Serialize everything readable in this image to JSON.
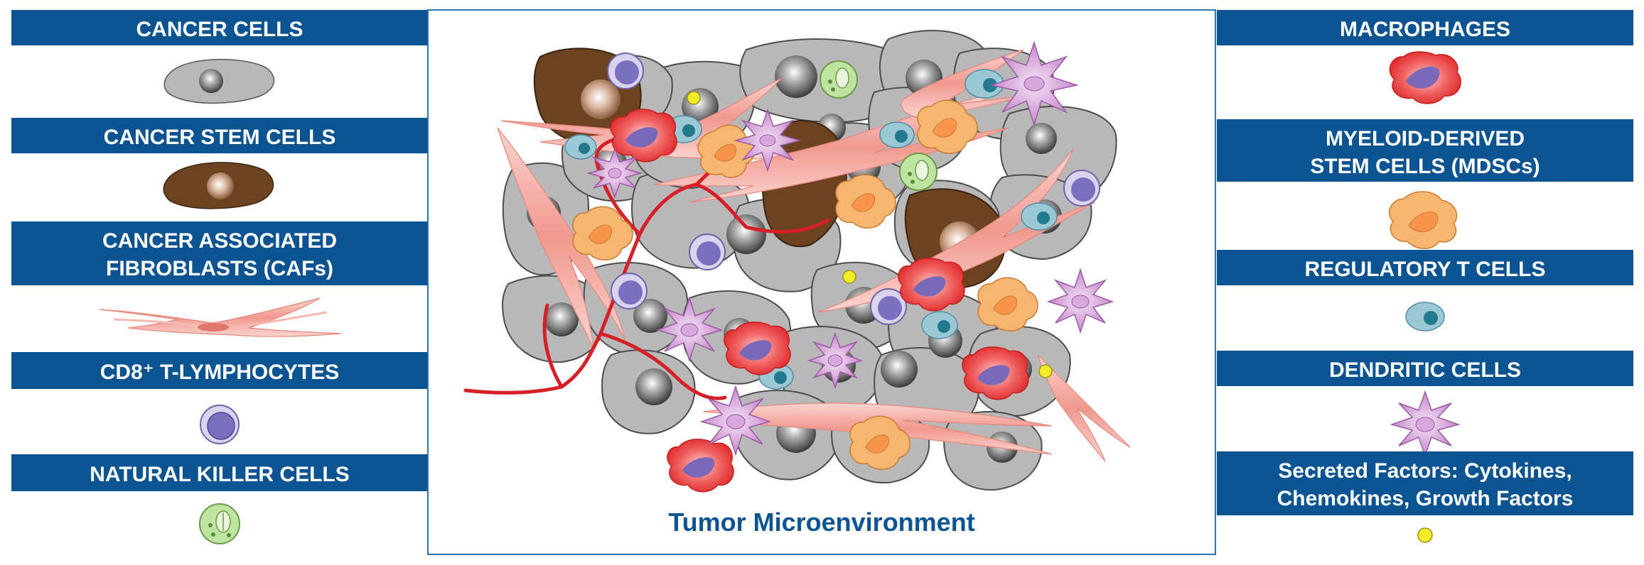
{
  "title": "Tumor Microenvironment",
  "colors": {
    "header_bg": "#0c5392",
    "header_text": "#ffffff",
    "title_text": "#0c5392",
    "frame_border": "#2f73ad",
    "cancer_cell": "#b8b8b8",
    "cancer_stem_cell": "#6b4321",
    "fibroblast": "#f2a9a2",
    "cd8_t_cell": "#9a8fcf",
    "nk_cell": "#bfe3a0",
    "macrophage": "#e93b3b",
    "mdsc": "#f6b672",
    "treg": "#9cc8d6",
    "dendritic": "#c58acb",
    "secreted_factor": "#f3ec26",
    "vessel": "#d61f26"
  },
  "legend_left": [
    {
      "label": "CANCER CELLS",
      "icon": "cancer-cell-icon"
    },
    {
      "label": "CANCER STEM CELLS",
      "icon": "cancer-stem-cell-icon"
    },
    {
      "label": "CANCER ASSOCIATED",
      "label2": "FIBROBLASTS (CAFs)",
      "icon": "fibroblast-icon"
    },
    {
      "label": "CD8⁺ T-LYMPHOCYTES",
      "icon": "cd8-t-cell-icon"
    },
    {
      "label": "NATURAL KILLER CELLS",
      "icon": "nk-cell-icon"
    }
  ],
  "legend_right": [
    {
      "label": "MACROPHAGES",
      "icon": "macrophage-icon"
    },
    {
      "label": "MYELOID-DERIVED",
      "label2": "STEM CELLS (MDSCs)",
      "icon": "mdsc-icon"
    },
    {
      "label": "REGULATORY T CELLS",
      "icon": "treg-icon"
    },
    {
      "label": "DENDRITIC CELLS",
      "icon": "dendritic-cell-icon"
    },
    {
      "label": "Secreted Factors: Cytokines,",
      "label2": "Chemokines, Growth Factors",
      "icon": "secreted-factor-icon"
    }
  ]
}
